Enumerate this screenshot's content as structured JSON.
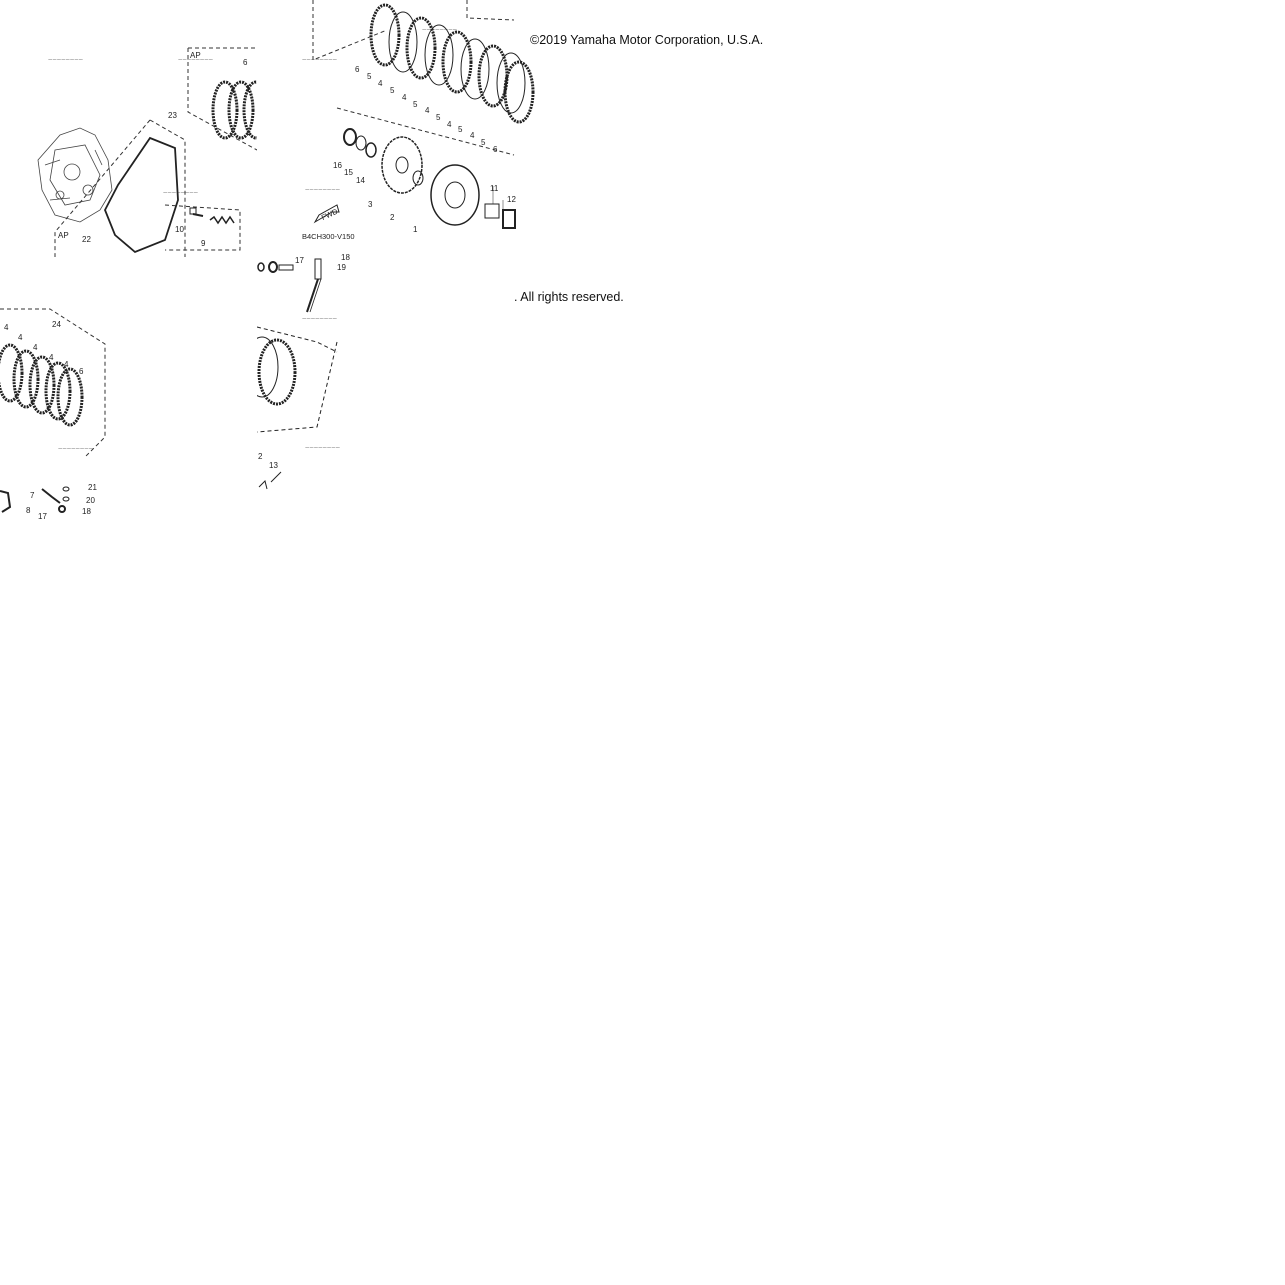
{
  "copyright": "©2019 Yamaha Motor Corporation, U.S.A.",
  "rights": ". All rights reserved.",
  "diagram_code": "B4CH300-V150",
  "fwd_label": "FWD",
  "tiles": [
    {
      "labels": [
        "AP",
        "AP",
        "23",
        "22",
        "10",
        "9",
        "6"
      ]
    },
    {
      "labels": [
        "6",
        "5",
        "4",
        "5",
        "4",
        "5",
        "4",
        "5",
        "4",
        "5",
        "4",
        "5",
        "6",
        "16",
        "15",
        "14",
        "3",
        "2",
        "1",
        "11",
        "12"
      ]
    },
    {
      "labels": [
        "17",
        "18",
        "19"
      ]
    },
    {
      "labels": [
        "24",
        "4",
        "4",
        "4",
        "4",
        "4",
        "6",
        "7",
        "8",
        "21",
        "20",
        "18",
        "17"
      ]
    },
    {
      "labels": [
        "2",
        "13"
      ]
    }
  ]
}
